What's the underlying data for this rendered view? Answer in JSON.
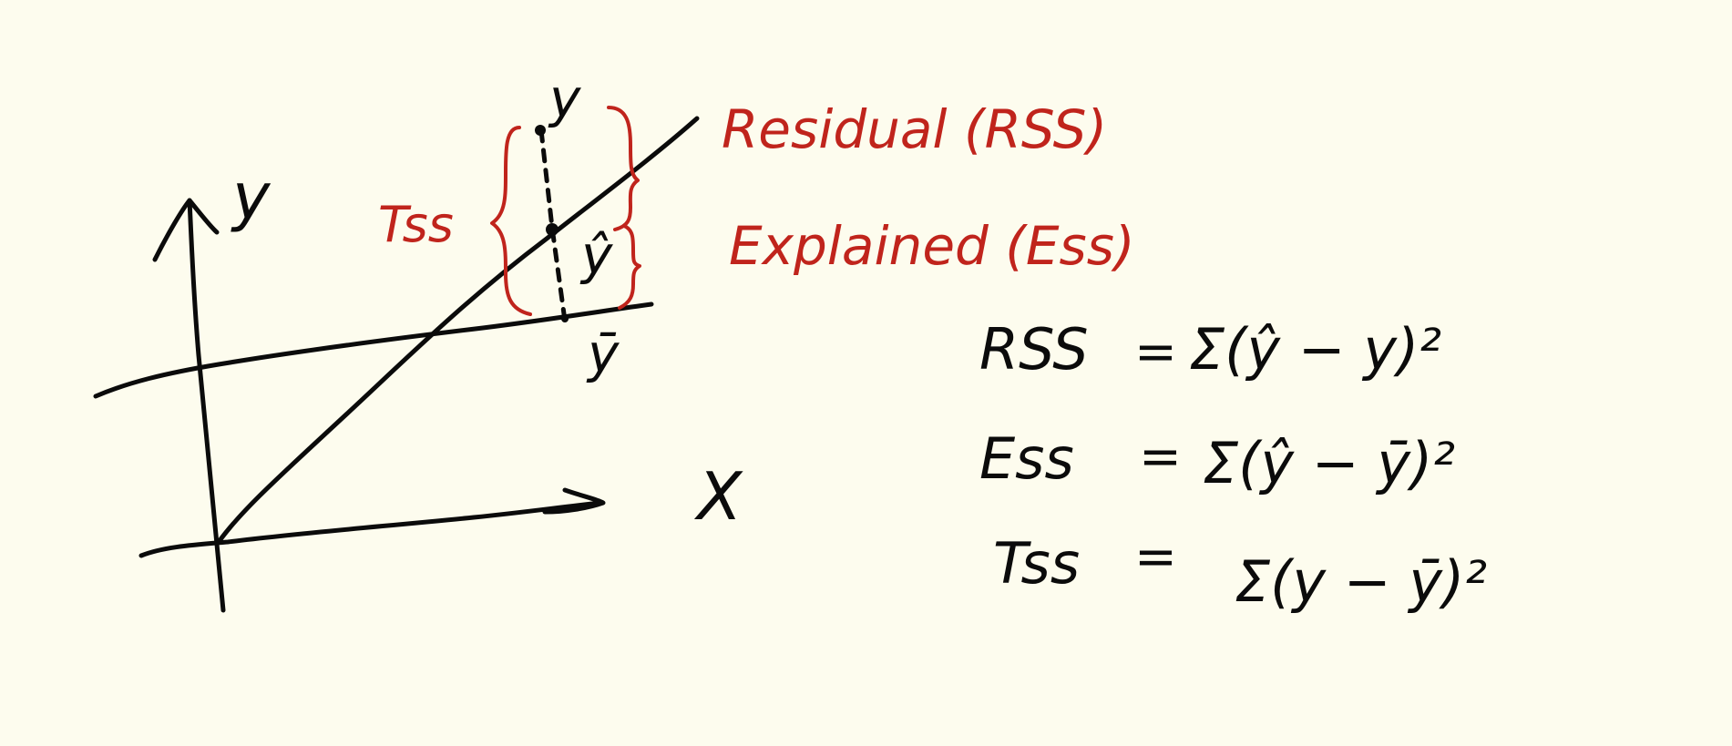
{
  "diagram": {
    "axis_labels": {
      "y": "y",
      "x": "X"
    },
    "point_labels": {
      "observed": "y",
      "fitted": "ŷ",
      "mean": "ȳ"
    },
    "brace_labels": {
      "tss": "Tss",
      "residual": "Residual (RSS)",
      "explained": "Explained (Ess)"
    },
    "formulas": [
      {
        "lhs": "RSS",
        "eq": "=",
        "rhs": "Σ(ŷ − y)²"
      },
      {
        "lhs": "Ess",
        "eq": "=",
        "rhs": "Σ(ŷ − ȳ)²"
      },
      {
        "lhs": "Tss",
        "eq": "=",
        "rhs": "Σ(y − ȳ)²"
      }
    ],
    "colors": {
      "ink": "#0b0b0b",
      "annotation": "#c0241c",
      "paper": "#fdfcee"
    }
  }
}
